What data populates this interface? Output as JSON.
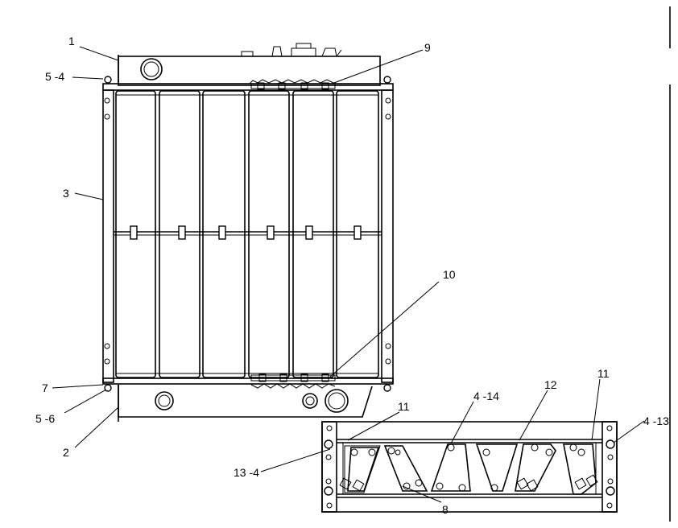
{
  "callouts": {
    "c1": "1",
    "c9": "9",
    "c5_4": "5 -4",
    "c3": "3",
    "c10": "10",
    "c7": "7",
    "c5_6": "5 -6",
    "c2": "2",
    "c11_left": "11",
    "c4_14": "4 -14",
    "c12": "12",
    "c11_right": "11",
    "c4_13": "4 -13",
    "c13_4": "13 -4",
    "c8": "8"
  }
}
